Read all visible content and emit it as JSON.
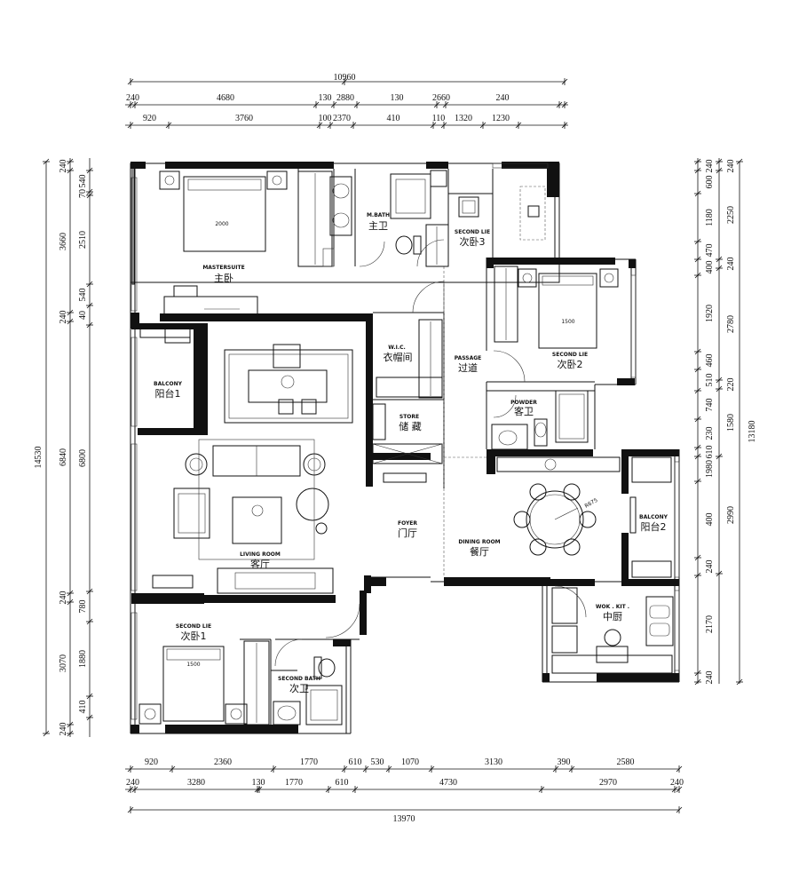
{
  "dimensions": {
    "top_total": "10960",
    "top_row1": [
      "240",
      "4680",
      "130",
      "2880",
      "130",
      "2660",
      "240"
    ],
    "top_row2": [
      "920",
      "3760",
      "100",
      "2370",
      "410",
      "110",
      "1320",
      "1230"
    ],
    "bottom_row1": [
      "920",
      "2360",
      "1770",
      "610",
      "530",
      "1070",
      "3130",
      "390",
      "2580"
    ],
    "bottom_row2": [
      "240",
      "3280",
      "130",
      "1770",
      "610",
      "4730",
      "2970",
      "240"
    ],
    "bottom_total": "13970",
    "left_total": "14530",
    "left_row1": [
      "240",
      "3660",
      "240",
      "6840",
      "240",
      "3070",
      "240"
    ],
    "left_row2": [
      "540",
      "70",
      "2510",
      "540",
      "40",
      "6800",
      "780",
      "1880",
      "410"
    ],
    "right_row1": [
      "240",
      "600",
      "1180",
      "470",
      "400",
      "1920",
      "460",
      "510",
      "740",
      "230",
      "610",
      "1980",
      "400",
      "240",
      "2170",
      "240"
    ],
    "right_row2": [
      "240",
      "2250",
      "240",
      "2780",
      "220",
      "1580",
      "2990",
      "13180"
    ]
  },
  "rooms": {
    "master": {
      "en": "MASTERSUITE",
      "cn": "主卧",
      "bed": "2000"
    },
    "mbath": {
      "en": "M.BATH",
      "cn": "主卫"
    },
    "lie3": {
      "en": "SECOND LIE",
      "cn": "次卧3"
    },
    "lie2": {
      "en": "SECOND LIE",
      "cn": "次卧2",
      "bed": "1500"
    },
    "wic": {
      "en": "W.I.C.",
      "cn": "衣帽间"
    },
    "passage": {
      "en": "PASSAGE",
      "cn": "过道"
    },
    "balcony1": {
      "en": "BALCONY",
      "cn": "阳台1"
    },
    "store": {
      "en": "STORE",
      "cn": "储 藏"
    },
    "powder": {
      "en": "POWDER",
      "cn": "客卫"
    },
    "foyer": {
      "en": "FOYER",
      "cn": "门厅"
    },
    "living": {
      "en": "LIVING ROOM",
      "cn": "客厅"
    },
    "dining": {
      "en": "DINING ROOM",
      "cn": "餐厅",
      "radius": "R675"
    },
    "balcony2": {
      "en": "BALCONY",
      "cn": "阳台2"
    },
    "kitchen": {
      "en": "WOK . KIT .",
      "cn": "中厨"
    },
    "lie1": {
      "en": "SECOND LIE",
      "cn": "次卧1",
      "bed": "1500"
    },
    "bath2": {
      "en": "SECOND BATH",
      "cn": "次卫"
    }
  }
}
